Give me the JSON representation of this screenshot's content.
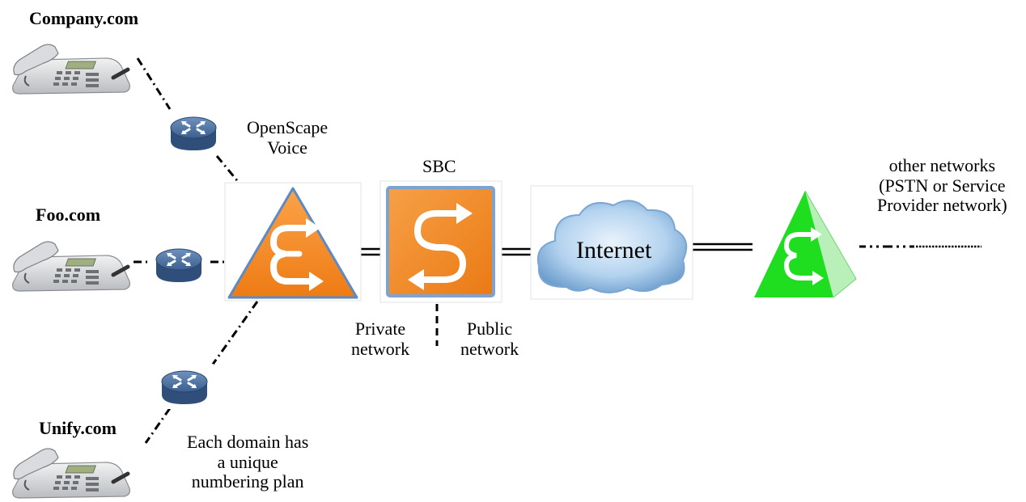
{
  "domains": {
    "company": "Company.com",
    "foo": "Foo.com",
    "unify": "Unify.com"
  },
  "openscape": {
    "line1": "OpenScape",
    "line2": "Voice"
  },
  "sbc": {
    "label": "SBC"
  },
  "internet": {
    "label": "Internet"
  },
  "other_networks": {
    "line1": "other networks",
    "line2": "(PSTN or Service",
    "line3": "Provider network)"
  },
  "private_network": {
    "line1": "Private",
    "line2": "network"
  },
  "public_network": {
    "line1": "Public",
    "line2": "network"
  },
  "note": {
    "line1": "Each domain has",
    "line2": "a unique",
    "line3": "numbering plan"
  },
  "colors": {
    "openscape_orange": "#f5891f",
    "sbc_orange": "#f28a1f",
    "router_blue": "#3b5f8f",
    "cloud_blue": "#a9cbeb",
    "pyramid_green": "#22e022",
    "line": "#000000"
  },
  "icons": [
    "desk-phone-icon",
    "router-icon",
    "openscape-voice-icon",
    "sbc-icon",
    "internet-cloud-icon",
    "provider-network-icon"
  ]
}
